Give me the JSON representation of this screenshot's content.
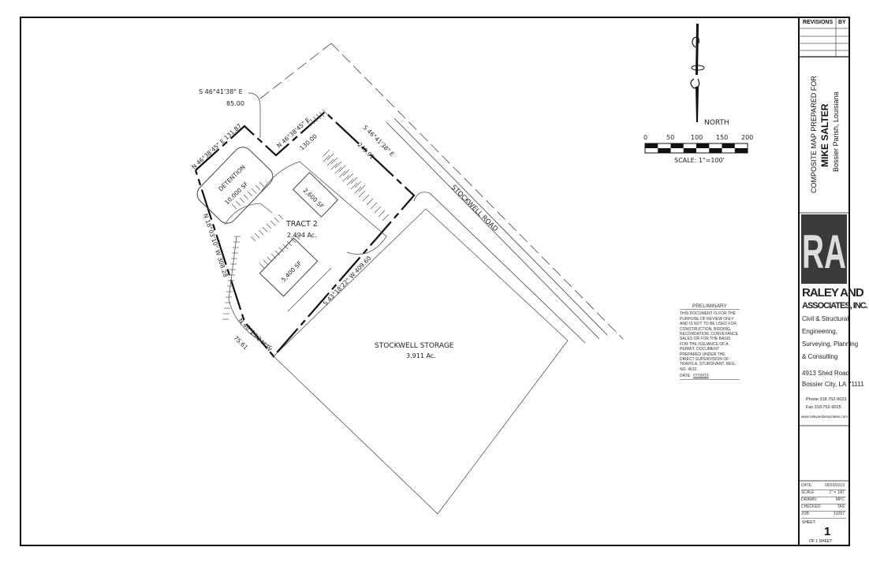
{
  "revisions": {
    "header": "REVISIONS",
    "by": "BY"
  },
  "title": {
    "line1": "COMPOSITE MAP PREPARED FOR",
    "client": "MIKE SALTER",
    "location": "Bossier Parish, Louisiana"
  },
  "firm": {
    "logo_text": "RA",
    "name1": "RALEY AND",
    "name2": "ASSOCIATES, INC.",
    "services": [
      "Civil & Structural",
      "Engineering,",
      "Surveying, Planning",
      "& Consulting"
    ],
    "address1": "4913 Shed Road",
    "address2": "Bossier City, LA 71111",
    "phone": "Phone  318.752-9023",
    "fax": "Fax   318.752-9025",
    "web": "www.raleyandassociates.com"
  },
  "sheet_info": {
    "rows": [
      {
        "label": "DATE:",
        "value": "09/20/2019"
      },
      {
        "label": "SCALE:",
        "value": "1\" = 100'"
      },
      {
        "label": "DRAWN:",
        "value": "MPC"
      },
      {
        "label": "CHECKED:",
        "value": "TAS"
      },
      {
        "label": "JOB:",
        "value": "19257"
      }
    ],
    "sheet_label": "SHEET:",
    "sheet_number": "1",
    "of_text": "OF   1   SHEET"
  },
  "preliminary": {
    "title": "PRELIMINARY",
    "body": "THIS DOCUMENT IS FOR THE PURPOSE OF REVIEW ONLY AND IS NOT TO BE USED FOR CONSTRUCTION, BIDDING, RECORDATION, CONVEYANCE SALES OR FOR THE BASIS FOR THE ISSUANCE OF A PERMIT. DOCUMENT PREPARED UNDER THE DIRECT SUPERVISION OF TRAVIS A. STURDIVANT,  REG. NO. 4632.",
    "date_label": "DATE:",
    "date_value": "07/30/19"
  },
  "north_arrow": {
    "label": "NORTH"
  },
  "scale_bar": {
    "ticks": [
      "0",
      "50",
      "100",
      "150",
      "200"
    ],
    "label": "SCALE: 1\"=100'"
  },
  "plan": {
    "calls": {
      "c1": "S 46°41'38\" E",
      "c1_dist": "85.00",
      "c2": "N 46°38'45\" E 131.87",
      "c3": "N 46°38'45\" E",
      "c3_dist": "130.00",
      "c4": "S 46°41'38\" E",
      "c4_dist": "245.91",
      "c5": "N 18°03'10\" W 308.28",
      "c6": "S 43°18'22\" W 409.60",
      "c7": "N 46°23'24\" W",
      "c7_dist": "75.61"
    },
    "detention": {
      "name": "DETENTION",
      "area": "10,000 SF"
    },
    "building1": "2,600 SF",
    "building2": "5,400 SF",
    "tract": {
      "name": "TRACT 2",
      "area": "2.494 Ac."
    },
    "storage": {
      "name": "STOCKWELL STORAGE",
      "area": "3.911 Ac."
    },
    "road": "STOCKWELL ROAD"
  }
}
